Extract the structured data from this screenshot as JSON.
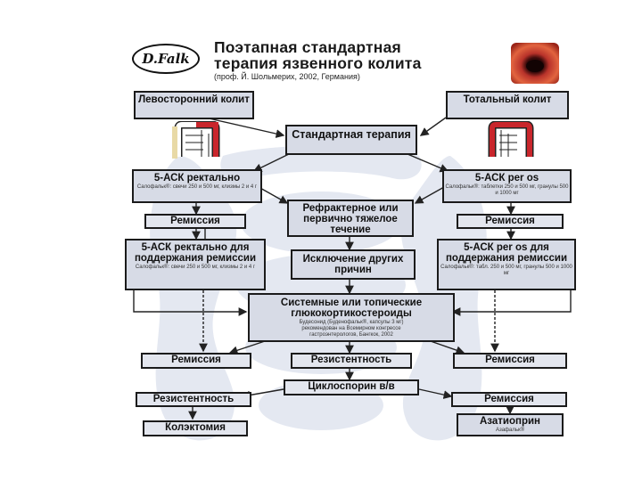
{
  "header": {
    "logo_text": "D.Falk",
    "title_line1": "Поэтапная стандартная",
    "title_line2": "терапия язвенного колита",
    "subtitle": "(проф. Й. Шольмерих, 2002, Германия)"
  },
  "nodes": {
    "left_colitis": "Левосторонний колит",
    "total_colitis": "Тотальный колит",
    "standard_therapy": "Стандартная терапия",
    "asa_rectal": {
      "title": "5-АСК ректально",
      "detail": "Салофальк®: свечи 250 и 500 мг, клизмы 2 и 4 г"
    },
    "asa_oral": {
      "title": "5-АСК per os",
      "detail": "Салофальк®: таблетки 250 и 500 мг, гранулы 500 и 1000 мг"
    },
    "refractory": "Рефрактерное или первично тяжелое течение",
    "remission_left_1": "Ремиссия",
    "remission_right_1": "Ремиссия",
    "asa_rectal_maint": {
      "title": "5-АСК ректально для поддержания ремиссии",
      "detail": "Салофальк®: свечи 250 и 500 мг, клизмы 2 и 4 г"
    },
    "exclusion": "Исключение других причин",
    "asa_oral_maint": {
      "title": "5-АСК per os для поддержания ремиссии",
      "detail": "Салофальк®: табл. 250 и 500 мг, гранулы 500 и 1000 мг"
    },
    "steroids": {
      "title": "Системные или топические глюкокортикостероиды",
      "detail1": "Будесонид (Буденофальк®, капсулы 3 мг)",
      "detail2": "рекомендован на Всемирном конгрессе",
      "detail3": "гастроэнтерологов, Бангкок, 2002"
    },
    "remission_left_2": "Ремиссия",
    "resistance_center": "Резистентность",
    "remission_right_2": "Ремиссия",
    "cyclosporin": "Циклоспорин в/в",
    "resistance_left": "Резистентность",
    "remission_right_3": "Ремиссия",
    "colectomy": "Колэктомия",
    "azathioprine": {
      "title": "Азатиоприн",
      "detail": "Азафальк®"
    }
  },
  "colors": {
    "box_fill": "#d7dbe6",
    "box_border": "#1b1b1b",
    "arrow": "#222222",
    "watermark": "#dfe4ef",
    "colon_red": "#c9262c"
  }
}
